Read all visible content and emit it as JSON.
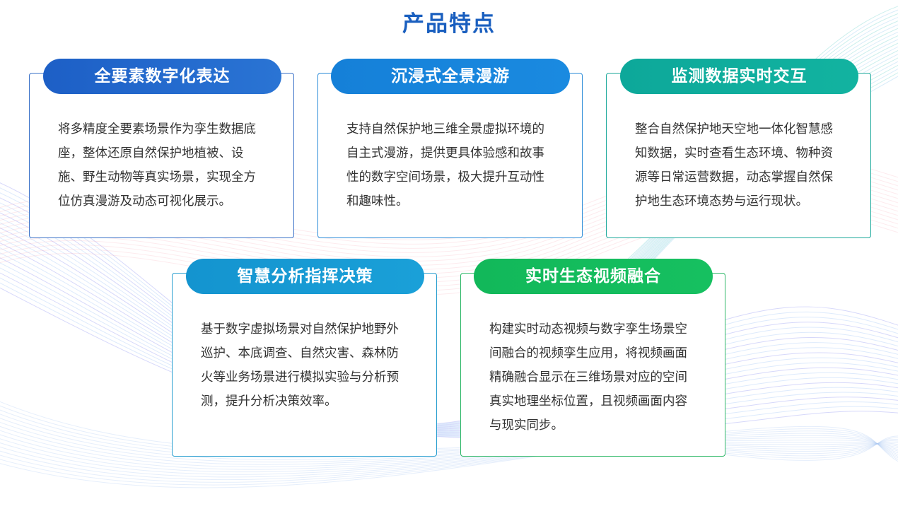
{
  "page": {
    "title": "产品特点"
  },
  "theme": {
    "title_color": "#1a5fbf",
    "text_color": "#333333"
  },
  "features": [
    {
      "title": "全要素数字化表达",
      "description": "将多精度全要素场景作为孪生数据底座，整体还原自然保护地植被、设施、野生动物等真实场景，实现全方位仿真漫游及动态可视化展示。",
      "color_start": "#1d5fc6",
      "color_end": "#2a74d4",
      "border_color": "#3b72c8"
    },
    {
      "title": "沉浸式全景漫游",
      "description": "支持自然保护地三维全景虚拟环境的自主式漫游，提供更具体验感和故事性的数字空间场景，极大提升互动性和趣味性。",
      "color_start": "#1580d8",
      "color_end": "#1a8ae0",
      "border_color": "#2a8bd8"
    },
    {
      "title": "监测数据实时交互",
      "description": "整合自然保护地天空地一体化智慧感知数据，实时查看生态环境、物种资源等日常运营数据，动态掌握自然保护地生态环境态势与运行现状。",
      "color_start": "#0da89a",
      "color_end": "#12b3a0",
      "border_color": "#1aa89a"
    },
    {
      "title": "智慧分析指挥决策",
      "description": "基于数字虚拟场景对自然保护地野外巡护、本底调查、自然灾害、森林防火等业务场景进行模拟实验与分析预测，提升分析决策效率。",
      "color_start": "#1494cf",
      "color_end": "#1aa0d8",
      "border_color": "#2a9fd0"
    },
    {
      "title": "实时生态视频融合",
      "description": "构建实时动态视频与数字孪生场景空间融合的视频孪生应用，将视频画面精确融合显示在三维场景对应的空间真实地理坐标位置，且视频画面内容与现实同步。",
      "color_start": "#12b85a",
      "color_end": "#16c060",
      "border_color": "#2fb868"
    }
  ]
}
